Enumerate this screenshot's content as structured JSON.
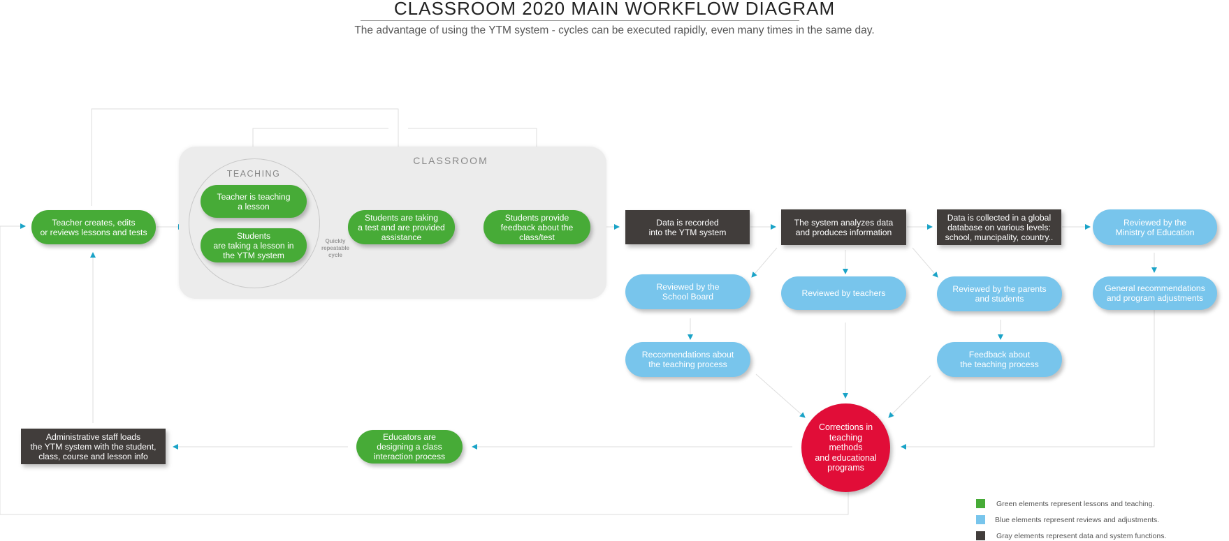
{
  "header": {
    "title": "CLASSROOM 2020 MAIN WORKFLOW DIAGRAM",
    "subtitle": "The advantage of using the YTM system - cycles can be executed rapidly, even many times in the same day."
  },
  "groups": {
    "classroom_label": "CLASSROOM",
    "teaching_label": "TEACHING",
    "quick_cycle_note": "Quickly\nrepeatable\ncycle"
  },
  "nodes": {
    "teacher_creates": "Teacher creates, edits\nor reviews lessons and tests",
    "teacher_teaching": "Teacher is teaching\na lesson",
    "students_lesson": "Students\nare taking a lesson in\nthe YTM system",
    "students_test": "Students are taking\na test and are provided\nassistance",
    "students_feedback": "Students provide\nfeedback about the\nclass/test",
    "data_recorded": "Data is recorded\ninto the YTM system",
    "system_analyzes": "The system analyzes data\nand produces information",
    "data_collected": "Data is collected in a global\ndatabase on various levels:\nschool, muncipality, country..",
    "ministry_review": "Reviewed by the\nMinistry of Education",
    "school_board_review": "Reviewed by the\nSchool Board",
    "teachers_review": "Reviewed by teachers",
    "parents_review": "Reviewed by the parents\nand students",
    "general_recommendations": "General recommendations\nand program adjustments",
    "recommendations_teaching": "Reccomendations about\nthe teaching process",
    "feedback_teaching": "Feedback about\nthe teaching process",
    "corrections": "Corrections in\nteaching\nmethods\nand educational\nprograms",
    "educators_designing": "Educators are\ndesigning a class\ninteraction process",
    "admin_staff": "Administrative staff loads\nthe YTM system with the student,\nclass, course and lesson info"
  },
  "legend": {
    "green": "Green elements represent lessons and teaching.",
    "blue": "Blue elements represent reviews and adjustments.",
    "gray": "Gray elements represent data and system functions."
  },
  "colors": {
    "green": "#47ab37",
    "blue": "#78c5ec",
    "dark": "#413d3b",
    "red": "#e10d38",
    "arrow": "#1aa3c7",
    "connector": "#dedede"
  }
}
